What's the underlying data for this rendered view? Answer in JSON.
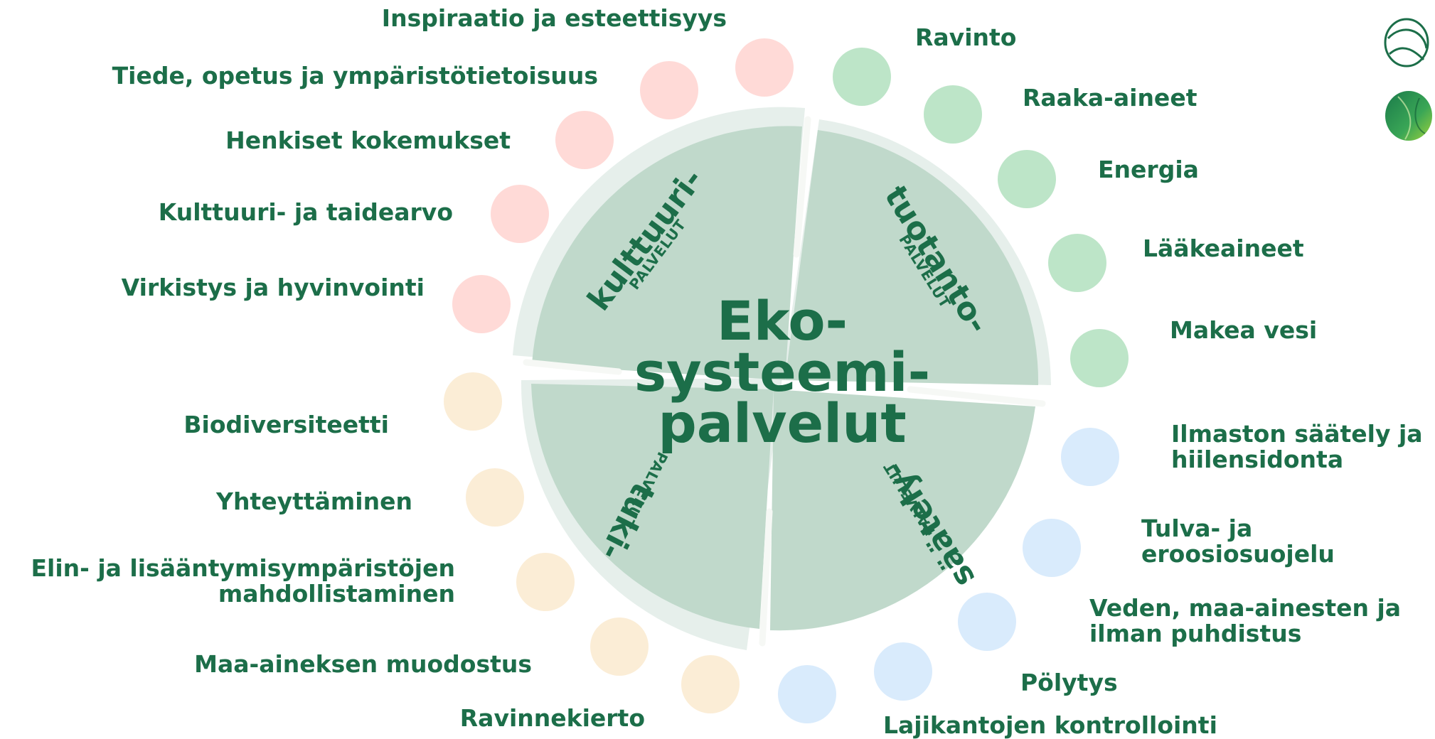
{
  "center": {
    "line1": "Eko-",
    "line2": "systeemi-",
    "line3": "palvelut"
  },
  "quadrants": {
    "culture": {
      "title": "kulttuuri-",
      "subtitle": "PALVELUT"
    },
    "production": {
      "title": "tuotanto-",
      "subtitle": "PALVELUT"
    },
    "regulation": {
      "title": "säätely-",
      "subtitle": "PALVELUT"
    },
    "support": {
      "title": "tuki-",
      "subtitle": "PALVELUT"
    }
  },
  "colors": {
    "text": "#1c6e49",
    "pie": "#c0d9cb",
    "pie_outer": "#e6efeb",
    "culture": "#ffdad7",
    "production": "#bde5c8",
    "regulation": "#d9ebfc",
    "support": "#fbedd6"
  },
  "culture_items": [
    "Inspiraatio ja esteettisyys",
    "Tiede, opetus ja ympäristötietoisuus",
    "Henkiset kokemukset",
    "Kulttuuri- ja taidearvo",
    "Virkistys ja hyvinvointi"
  ],
  "production_items": [
    "Ravinto",
    "Raaka-aineet",
    "Energia",
    "Lääkeaineet",
    "Makea vesi"
  ],
  "regulation_items": [
    {
      "line1": "Ilmaston säätely ja",
      "line2": "hiilensidonta"
    },
    {
      "line1": "Tulva- ja",
      "line2": "eroosiosuojelu"
    },
    {
      "line1": "Veden, maa-ainesten ja",
      "line2": "ilman puhdistus"
    },
    {
      "line1": "Pölytys",
      "line2": ""
    },
    {
      "line1": "Lajikantojen kontrollointi",
      "line2": ""
    }
  ],
  "support_items": [
    {
      "line1": "Biodiversiteetti",
      "line2": ""
    },
    {
      "line1": "Yhteyttäminen",
      "line2": ""
    },
    {
      "line1": "Elin- ja lisääntymisympäristöjen",
      "line2": "mahdollistaminen"
    },
    {
      "line1": "Maa-aineksen muodostus",
      "line2": ""
    },
    {
      "line1": "Ravinnekierto",
      "line2": ""
    }
  ],
  "logos": [
    "outline-leaf-logo-icon",
    "green-leaf-logo-icon"
  ]
}
